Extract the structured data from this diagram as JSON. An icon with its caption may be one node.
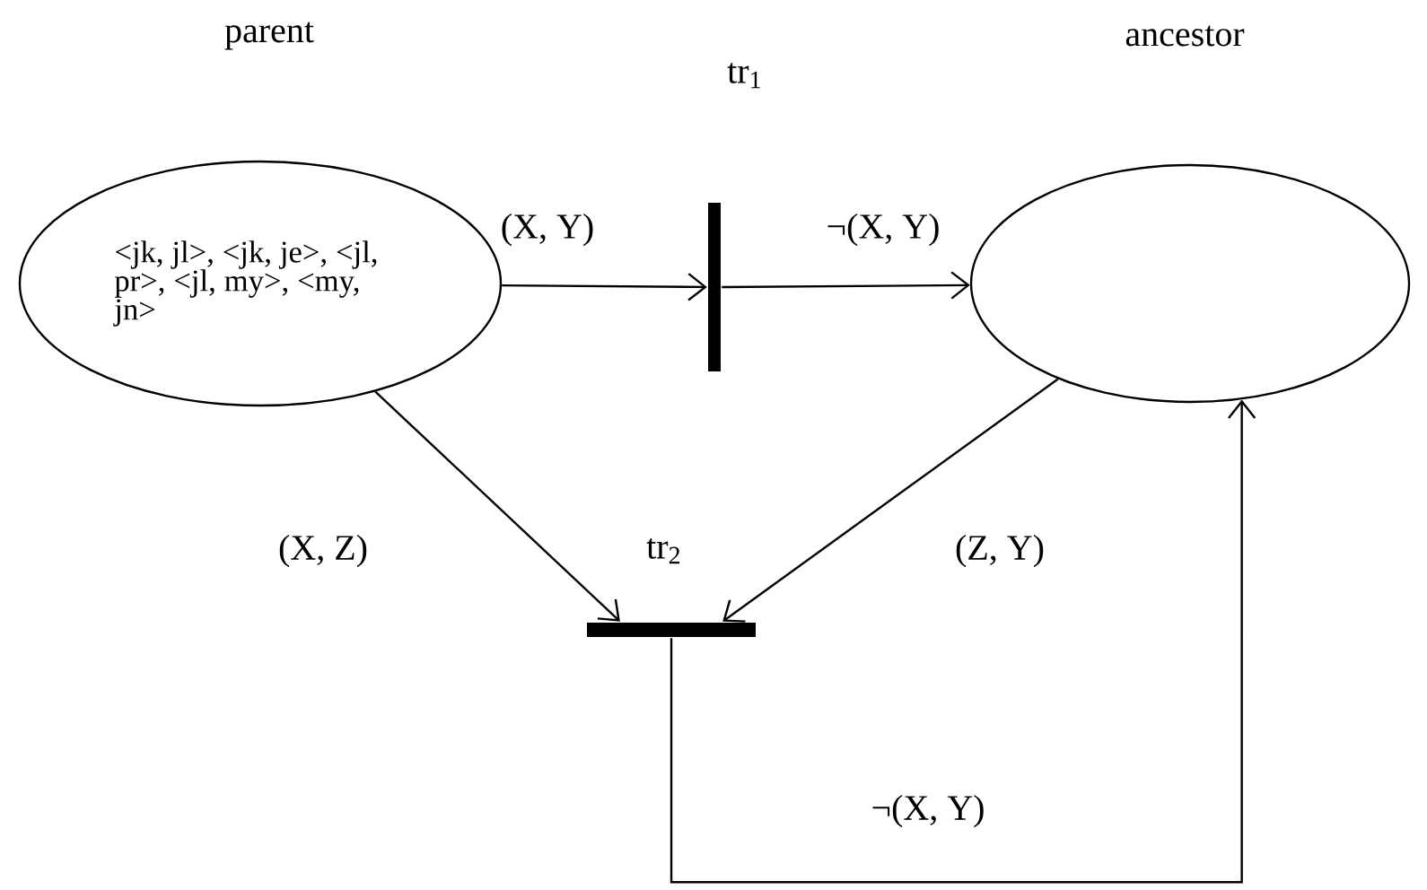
{
  "diagram": {
    "nodes": [
      {
        "text": [
          "parent",
          "<jk, jl>, <jk, je>, <jl, pr>, <jl, my>, <my, jn>"
        ]
      },
      {
        "text": [
          "ancestor"
        ]
      },
      {
        "text": [
          "tr$_{1}$"
        ]
      },
      {
        "text": [
          "tr$_{2}$"
        ]
      }
    ],
    "edges": [
      {
        "from": 0,
        "to": 2,
        "arrow": "to",
        "label": "(X, Y)"
      },
      {
        "from": 2,
        "to": 1,
        "arrow": "to",
        "label": "¬(X, Y)"
      },
      {
        "from": 0,
        "to": 3,
        "arrow": "to",
        "label": "(X, Z)"
      },
      {
        "from": 1,
        "to": 3,
        "arrow": "to",
        "label": "(Z, Y)"
      },
      {
        "from": 3,
        "to": 1,
        "arrow": "to",
        "label": "¬(X, Y)"
      }
    ]
  }
}
